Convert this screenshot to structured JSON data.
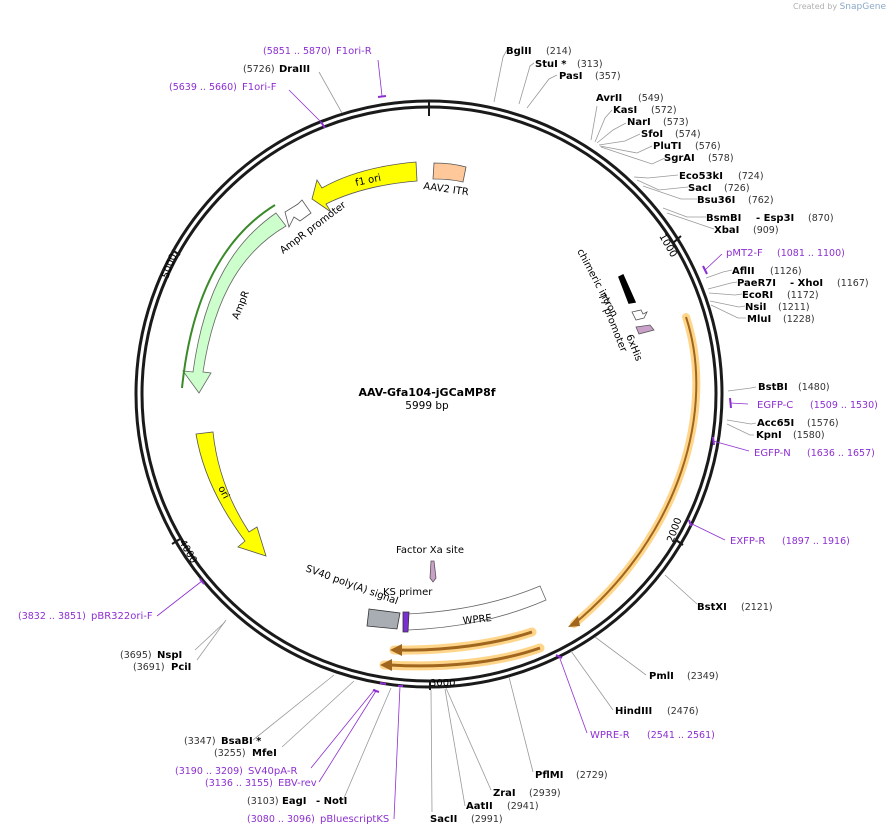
{
  "branding": {
    "prefix": "Created by",
    "name": "SnapGene"
  },
  "plasmid": {
    "name": "AAV-Gfa104-jGCaMP8f",
    "size_label": "5999 bp",
    "length": 5999
  },
  "ticks": [
    "1000",
    "2000",
    "3000",
    "4000",
    "5000"
  ],
  "sites": [
    {
      "name": "BglII",
      "pos": "(214)"
    },
    {
      "name": "StuI *",
      "pos": "(313)"
    },
    {
      "name": "PasI",
      "pos": "(357)"
    },
    {
      "name": "AvrII",
      "pos": "(549)"
    },
    {
      "name": "KasI",
      "pos": "(572)"
    },
    {
      "name": "NarI",
      "pos": "(573)"
    },
    {
      "name": "SfoI",
      "pos": "(574)"
    },
    {
      "name": "PluTI",
      "pos": "(576)"
    },
    {
      "name": "SgrAI",
      "pos": "(578)"
    },
    {
      "name": "Eco53kI",
      "pos": "(724)"
    },
    {
      "name": "SacI",
      "pos": "(726)"
    },
    {
      "name": "Bsu36I",
      "pos": "(762)"
    },
    {
      "name": "BsmBI",
      "pos": "(870)",
      "extra": "- Esp3I"
    },
    {
      "name": "XbaI",
      "pos": "(909)"
    },
    {
      "name": "AflII",
      "pos": "(1126)"
    },
    {
      "name": "PaeR7I",
      "pos": "(1167)",
      "extra": "- XhoI"
    },
    {
      "name": "EcoRI",
      "pos": "(1172)"
    },
    {
      "name": "NsiI",
      "pos": "(1211)"
    },
    {
      "name": "MluI",
      "pos": "(1228)"
    },
    {
      "name": "BstBI",
      "pos": "(1480)"
    },
    {
      "name": "Acc65I",
      "pos": "(1576)"
    },
    {
      "name": "KpnI",
      "pos": "(1580)"
    },
    {
      "name": "BstXI",
      "pos": "(2121)"
    },
    {
      "name": "PmlI",
      "pos": "(2349)"
    },
    {
      "name": "HindIII",
      "pos": "(2476)"
    },
    {
      "name": "PflMI",
      "pos": "(2729)"
    },
    {
      "name": "ZraI",
      "pos": "(2939)"
    },
    {
      "name": "AatII",
      "pos": "(2941)"
    },
    {
      "name": "SacII",
      "pos": "(2991)"
    },
    {
      "name": "EagI",
      "pos": "(3103)",
      "extra": "- NotI"
    },
    {
      "name": "MfeI",
      "pos": "(3255)"
    },
    {
      "name": "BsaBI *",
      "pos": "(3347)"
    },
    {
      "name": "PciI",
      "pos": "(3691)"
    },
    {
      "name": "NspI",
      "pos": "(3695)"
    },
    {
      "name": "DraIII",
      "pos": "(5726)"
    }
  ],
  "primers": [
    {
      "name": "F1ori-R",
      "range": "(5851 .. 5870)"
    },
    {
      "name": "F1ori-F",
      "range": "(5639 .. 5660)"
    },
    {
      "name": "pMT2-F",
      "range": "(1081 .. 1100)"
    },
    {
      "name": "EGFP-C",
      "range": "(1509 .. 1530)"
    },
    {
      "name": "EGFP-N",
      "range": "(1636 .. 1657)"
    },
    {
      "name": "EXFP-R",
      "range": "(1897 .. 1916)"
    },
    {
      "name": "WPRE-R",
      "range": "(2541 .. 2561)"
    },
    {
      "name": "SV40pA-R",
      "range": "(3190 .. 3209)"
    },
    {
      "name": "EBV-rev",
      "range": "(3136 .. 3155)"
    },
    {
      "name": "pBluescriptKS",
      "range": "(3080 .. 3096)"
    },
    {
      "name": "pBR322ori-F",
      "range": "(3832 .. 3851)"
    }
  ],
  "features": [
    {
      "name": "f1 ori",
      "color": "#ffff00"
    },
    {
      "name": "AAV2 ITR",
      "color": "#ffc89b"
    },
    {
      "name": "AmpR promoter",
      "color": "#ffffff"
    },
    {
      "name": "AmpR",
      "color": "#ccffcc"
    },
    {
      "name": "ori",
      "color": "#ffff00"
    },
    {
      "name": "chimeric intron",
      "color": "#000000"
    },
    {
      "name": "T7 promoter",
      "color": "#ffffff"
    },
    {
      "name": "6xHis",
      "color": "#c9a0c8"
    },
    {
      "name": "Factor Xa site",
      "color": "#c9a0c8"
    },
    {
      "name": "KS primer",
      "color": "#7a2fd0"
    },
    {
      "name": "SV40 poly(A) signal",
      "color": "#a8adb4"
    },
    {
      "name": "WPRE",
      "color": "#ffffff"
    }
  ],
  "colors": {
    "backbone": "#1a1a1a",
    "enzyme": "#000000",
    "primer": "#8d2fd2",
    "orange_feature": "#a0661e",
    "orange_glow": "#ffd58a",
    "ampr_outline": "#3a8a2a"
  }
}
